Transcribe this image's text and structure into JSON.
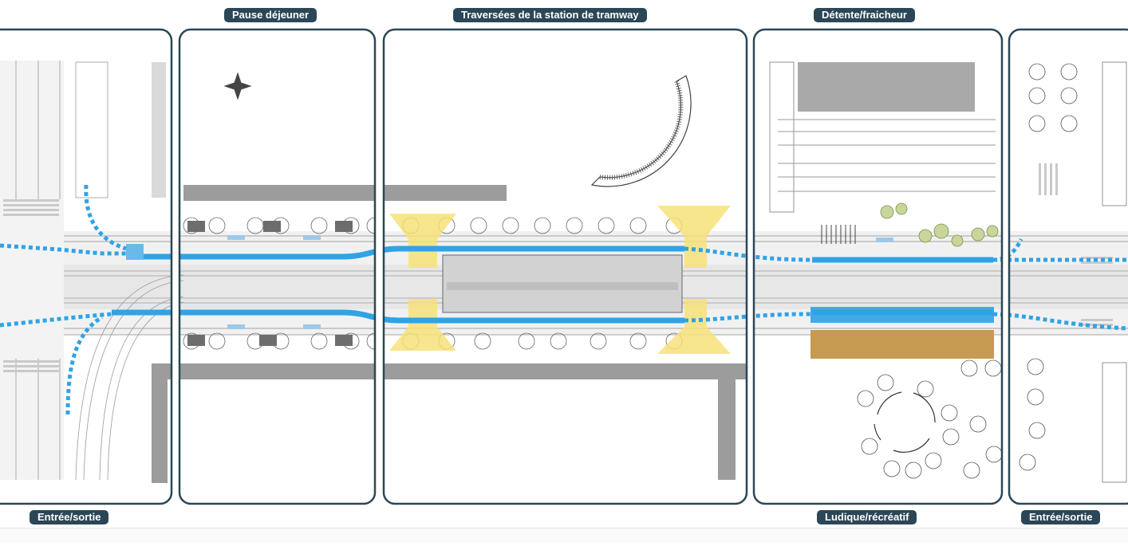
{
  "labels": {
    "pause": "Pause déjeuner",
    "traversees": "Traversées de la station de tramway",
    "detente": "Détente/fraicheur",
    "entree_left": "Entrée/sortie",
    "ludique": "Ludique/récréatif",
    "entree_right": "Entrée/sortie"
  },
  "colors": {
    "panel_border": "#2b4757",
    "tag_bg": "#2b4757",
    "cycle_path": "#2fa3e6",
    "crossing_highlight": "#f7e27a",
    "play_area": "#c79a52"
  }
}
